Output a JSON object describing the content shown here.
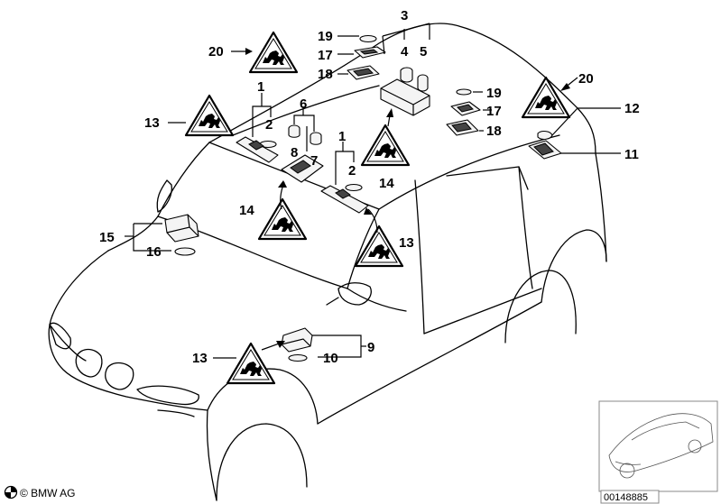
{
  "labels": {
    "l1a": "1",
    "l1b": "1",
    "l2a": "2",
    "l2b": "2",
    "l3": "3",
    "l4": "4",
    "l5": "5",
    "l6": "6",
    "l7": "7",
    "l8": "8",
    "l9": "9",
    "l10": "10",
    "l11": "11",
    "l12": "12",
    "l13a": "13",
    "l13b": "13",
    "l13c": "13",
    "l14a": "14",
    "l14b": "14",
    "l15": "15",
    "l16": "16",
    "l17a": "17",
    "l17b": "17",
    "l18a": "18",
    "l18b": "18",
    "l19a": "19",
    "l19b": "19",
    "l20a": "20",
    "l20b": "20"
  },
  "copyright": "© BMW AG",
  "reference_number": "00148885",
  "icons": [
    "warning-triangle-icon",
    "bmw-ag-logo-icon"
  ]
}
